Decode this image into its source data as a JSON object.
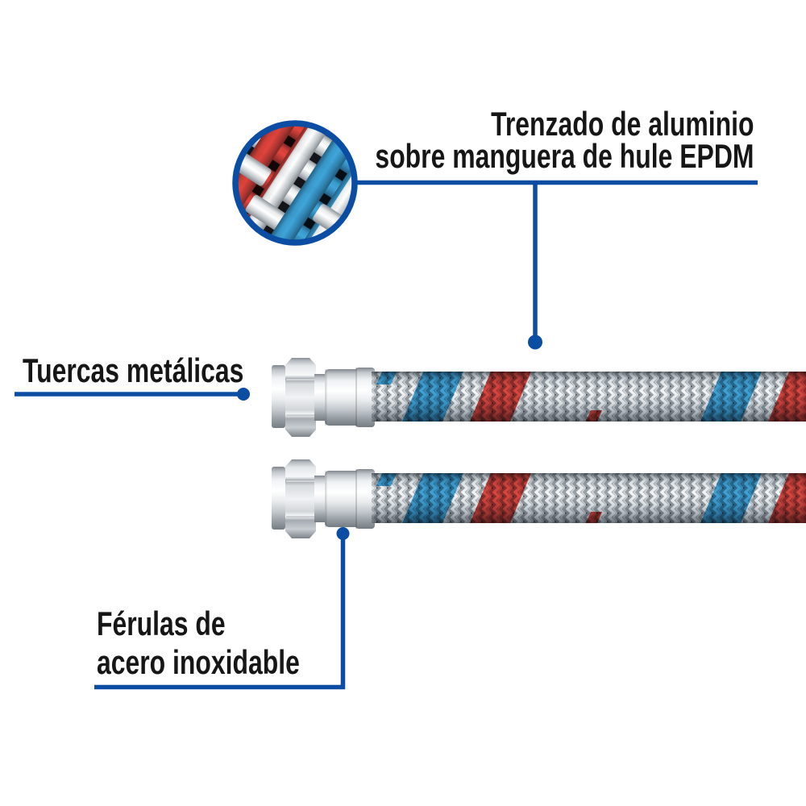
{
  "callouts": {
    "braid": {
      "line1": "Trenzado de aluminio",
      "line2": "sobre manguera de hule EPDM"
    },
    "nuts": {
      "label": "Tuercas metálicas"
    },
    "ferrules": {
      "line1": "Férulas de",
      "line2": "acero inoxidable"
    }
  },
  "figure": {
    "detail_circle": "braided-hose-texture-closeup",
    "hoses": [
      "flexible-connector-top",
      "flexible-connector-bottom"
    ],
    "hose_count": 2
  },
  "colors": {
    "accent-blue": "#0b4da2",
    "text": "#161616",
    "stripe-red": "#e2342c",
    "stripe-blue": "#2e9fd8",
    "braid-silver": "#eef1f3",
    "background": "#ffffff"
  }
}
